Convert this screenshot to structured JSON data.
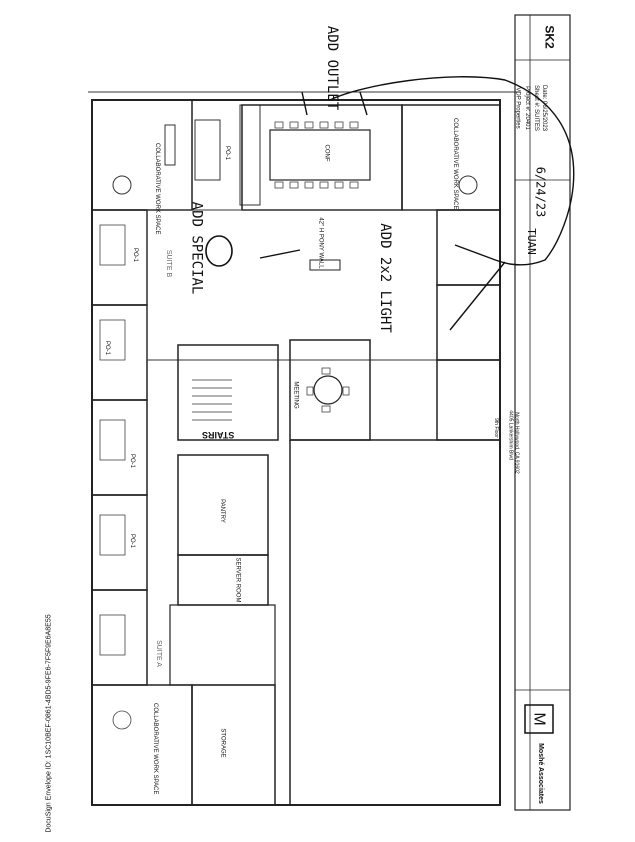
{
  "docusign": "DocuSign Envelope ID: 1SC10BEF-0861-4BD5-9FE6-7F5F9E6A8E55",
  "sheet_id": "SK2",
  "title_block": {
    "project": "VDP Properties",
    "project_no": "Project #: 20401",
    "sheet_name": "Sheet #: SUITES",
    "date": "Date: 06/25/2023",
    "address1": "9th Floor",
    "address2": "4405 Lankershim Blvd",
    "address3": "North Hollywood, CA 91602",
    "firm": "Moshé Associates",
    "firm_logo": "M"
  },
  "rooms": {
    "collab_top": "COLLABORATIVE WORK SPACE",
    "collab_right": "COLLABORATIVE WORK SPACE",
    "collab_bottom": "COLLABORATIVE WORK SPACE",
    "po1": "PO-1",
    "conf": "CONF",
    "suite_b": "SUITE B",
    "suite_a": "SUITE A",
    "meeting": "MEETING",
    "stairs": "STAIRS",
    "pantry": "PANTRY",
    "server_room": "SERVER ROOM",
    "storage": "STORAGE",
    "pony_wall": "42\" H PONY WALL"
  },
  "handwritten": {
    "add_outlet": "ADD OUTLET",
    "add_special": "ADD SPECIAL",
    "add_light": "ADD 2x2 LIGHT",
    "initials": "TUAN",
    "signature": "6/24/23"
  }
}
